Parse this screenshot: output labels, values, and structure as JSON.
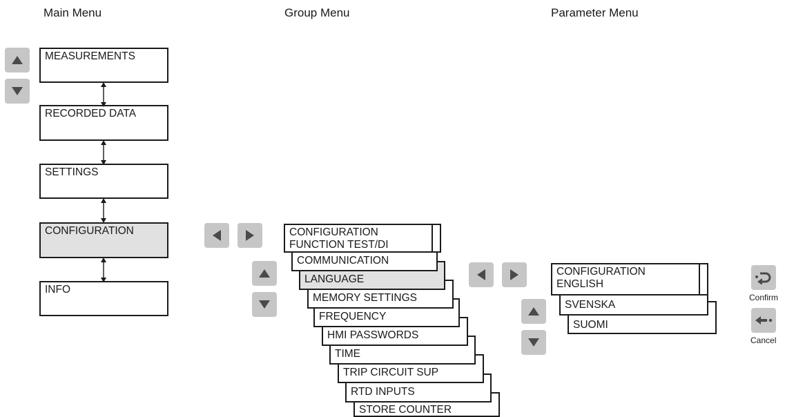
{
  "headers": {
    "main": "Main Menu",
    "group": "Group Menu",
    "param": "Parameter Menu"
  },
  "main_menu": {
    "items": [
      "MEASUREMENTS",
      "RECORDED DATA",
      "SETTINGS",
      "CONFIGURATION",
      "INFO"
    ],
    "selected": "CONFIGURATION"
  },
  "group_menu": {
    "title": "CONFIGURATION",
    "items": [
      "FUNCTION TEST/DI",
      "COMMUNICATION",
      "LANGUAGE",
      "MEMORY SETTINGS",
      "FREQUENCY",
      "HMI PASSWORDS",
      "TIME",
      "TRIP CIRCUIT SUP",
      "RTD INPUTS",
      "STORE COUNTER"
    ],
    "selected": "LANGUAGE"
  },
  "param_menu": {
    "title": "CONFIGURATION",
    "items": [
      "ENGLISH",
      "SVENSKA",
      "SUOMI"
    ]
  },
  "actions": {
    "confirm_label": "Confirm",
    "cancel_label": "Cancel"
  },
  "colors": {
    "button_fill": "#c6c6c6",
    "button_glyph": "#4a4a4a",
    "highlight": "#e1e1e1",
    "stroke": "#1a1a1a"
  }
}
